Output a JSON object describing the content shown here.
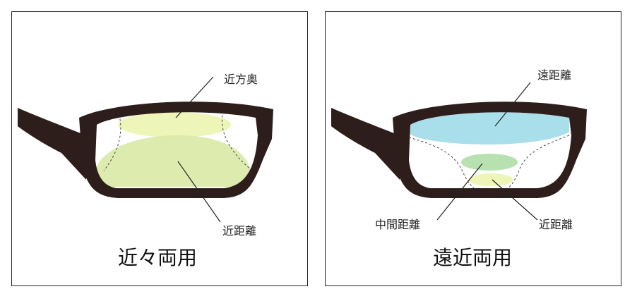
{
  "panels": [
    {
      "title": "近々両用",
      "labels": {
        "top": "近方奥",
        "bottom": "近距離"
      },
      "colors": {
        "top_zone": "#eef5b8",
        "bottom_zone": "#d9e9a6"
      }
    },
    {
      "title": "遠近両用",
      "labels": {
        "top": "遠距離",
        "middle": "中間距離",
        "bottom": "近距離"
      },
      "colors": {
        "top_zone": "#a9dfea",
        "middle_zone": "#b7e2b0",
        "bottom_zone": "#eef5b8"
      }
    }
  ],
  "colors": {
    "frame": "#2d1e1c",
    "border": "#222222",
    "text": "#222222"
  }
}
